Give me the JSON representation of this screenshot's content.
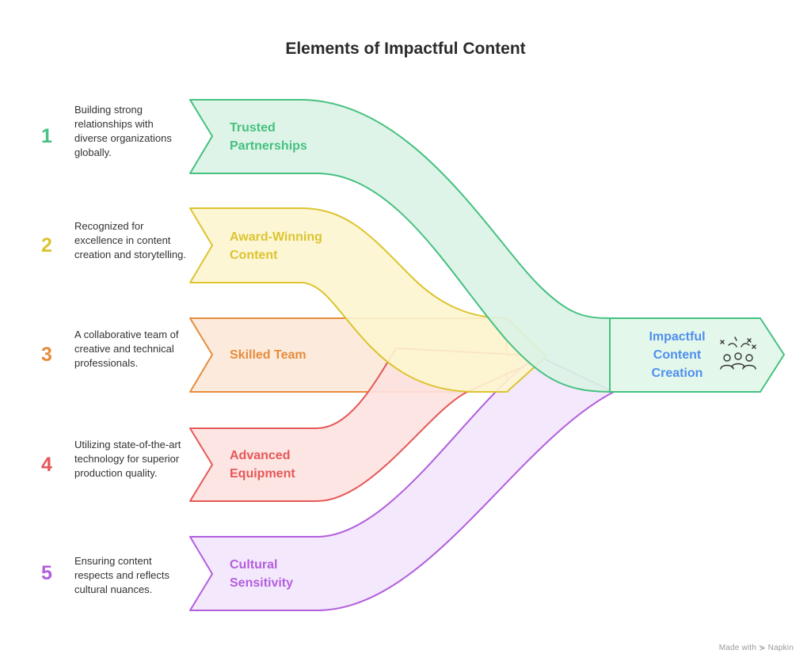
{
  "title": "Elements of Impactful Content",
  "colors": {
    "c1": "#45c180",
    "c2": "#dcc430",
    "c3": "#e58c3d",
    "c4": "#e55858",
    "c5": "#b25fdd",
    "target": "#4f8ff0"
  },
  "elements": [
    {
      "number": "1",
      "label": "Trusted Partnerships",
      "description": "Building strong relationships with diverse organizations globally."
    },
    {
      "number": "2",
      "label": "Award-Winning Content",
      "description": "Recognized for excellence in content creation and storytelling."
    },
    {
      "number": "3",
      "label": "Skilled Team",
      "description": "A collaborative team of creative and technical professionals."
    },
    {
      "number": "4",
      "label": "Advanced Equipment",
      "description": "Utilizing state-of-the-art technology for superior production quality."
    },
    {
      "number": "5",
      "label": "Cultural Sensitivity",
      "description": "Ensuring content respects and reflects cultural nuances."
    }
  ],
  "target": {
    "label": "Impactful Content Creation",
    "icon": "celebrating-people-icon"
  },
  "watermark": "Made with ⋟ Napkin"
}
